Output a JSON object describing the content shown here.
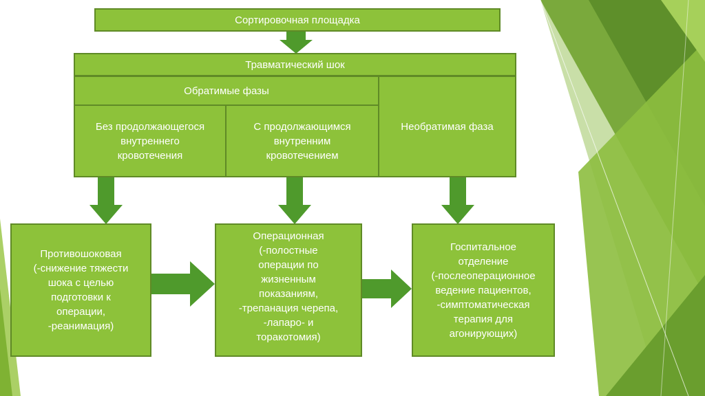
{
  "nodes": {
    "sorting": "Сортировочная площадка",
    "shock": "Травматический шок",
    "reversible": "Обратимые фазы",
    "without_bleeding": [
      "Без продолжающегося",
      "внутреннего",
      "кровотечения"
    ],
    "with_bleeding": [
      "С продолжающимся",
      "внутренним",
      "кровотечением"
    ],
    "irreversible": "Необратимая фаза",
    "antishock": [
      "Противошоковая",
      "(-снижение тяжести",
      "шока с целью",
      "подготовки к",
      "операции,",
      "-реанимация)"
    ],
    "operating": [
      "Операционная",
      "(-полостные",
      "операции по",
      "жизненным",
      "показаниям,",
      "-трепанация черепа,",
      "-лапаро- и",
      "торакотомия)"
    ],
    "hospital": [
      "Госпитальное",
      "отделение",
      "(-послеоперационное",
      "ведение пациентов,",
      "-симптоматическая",
      "терапия для",
      "агонирующих)"
    ]
  },
  "colors": {
    "box_fill": "#8dc23a",
    "box_border": "#5f8a26",
    "arrow": "#4f9a2c"
  }
}
